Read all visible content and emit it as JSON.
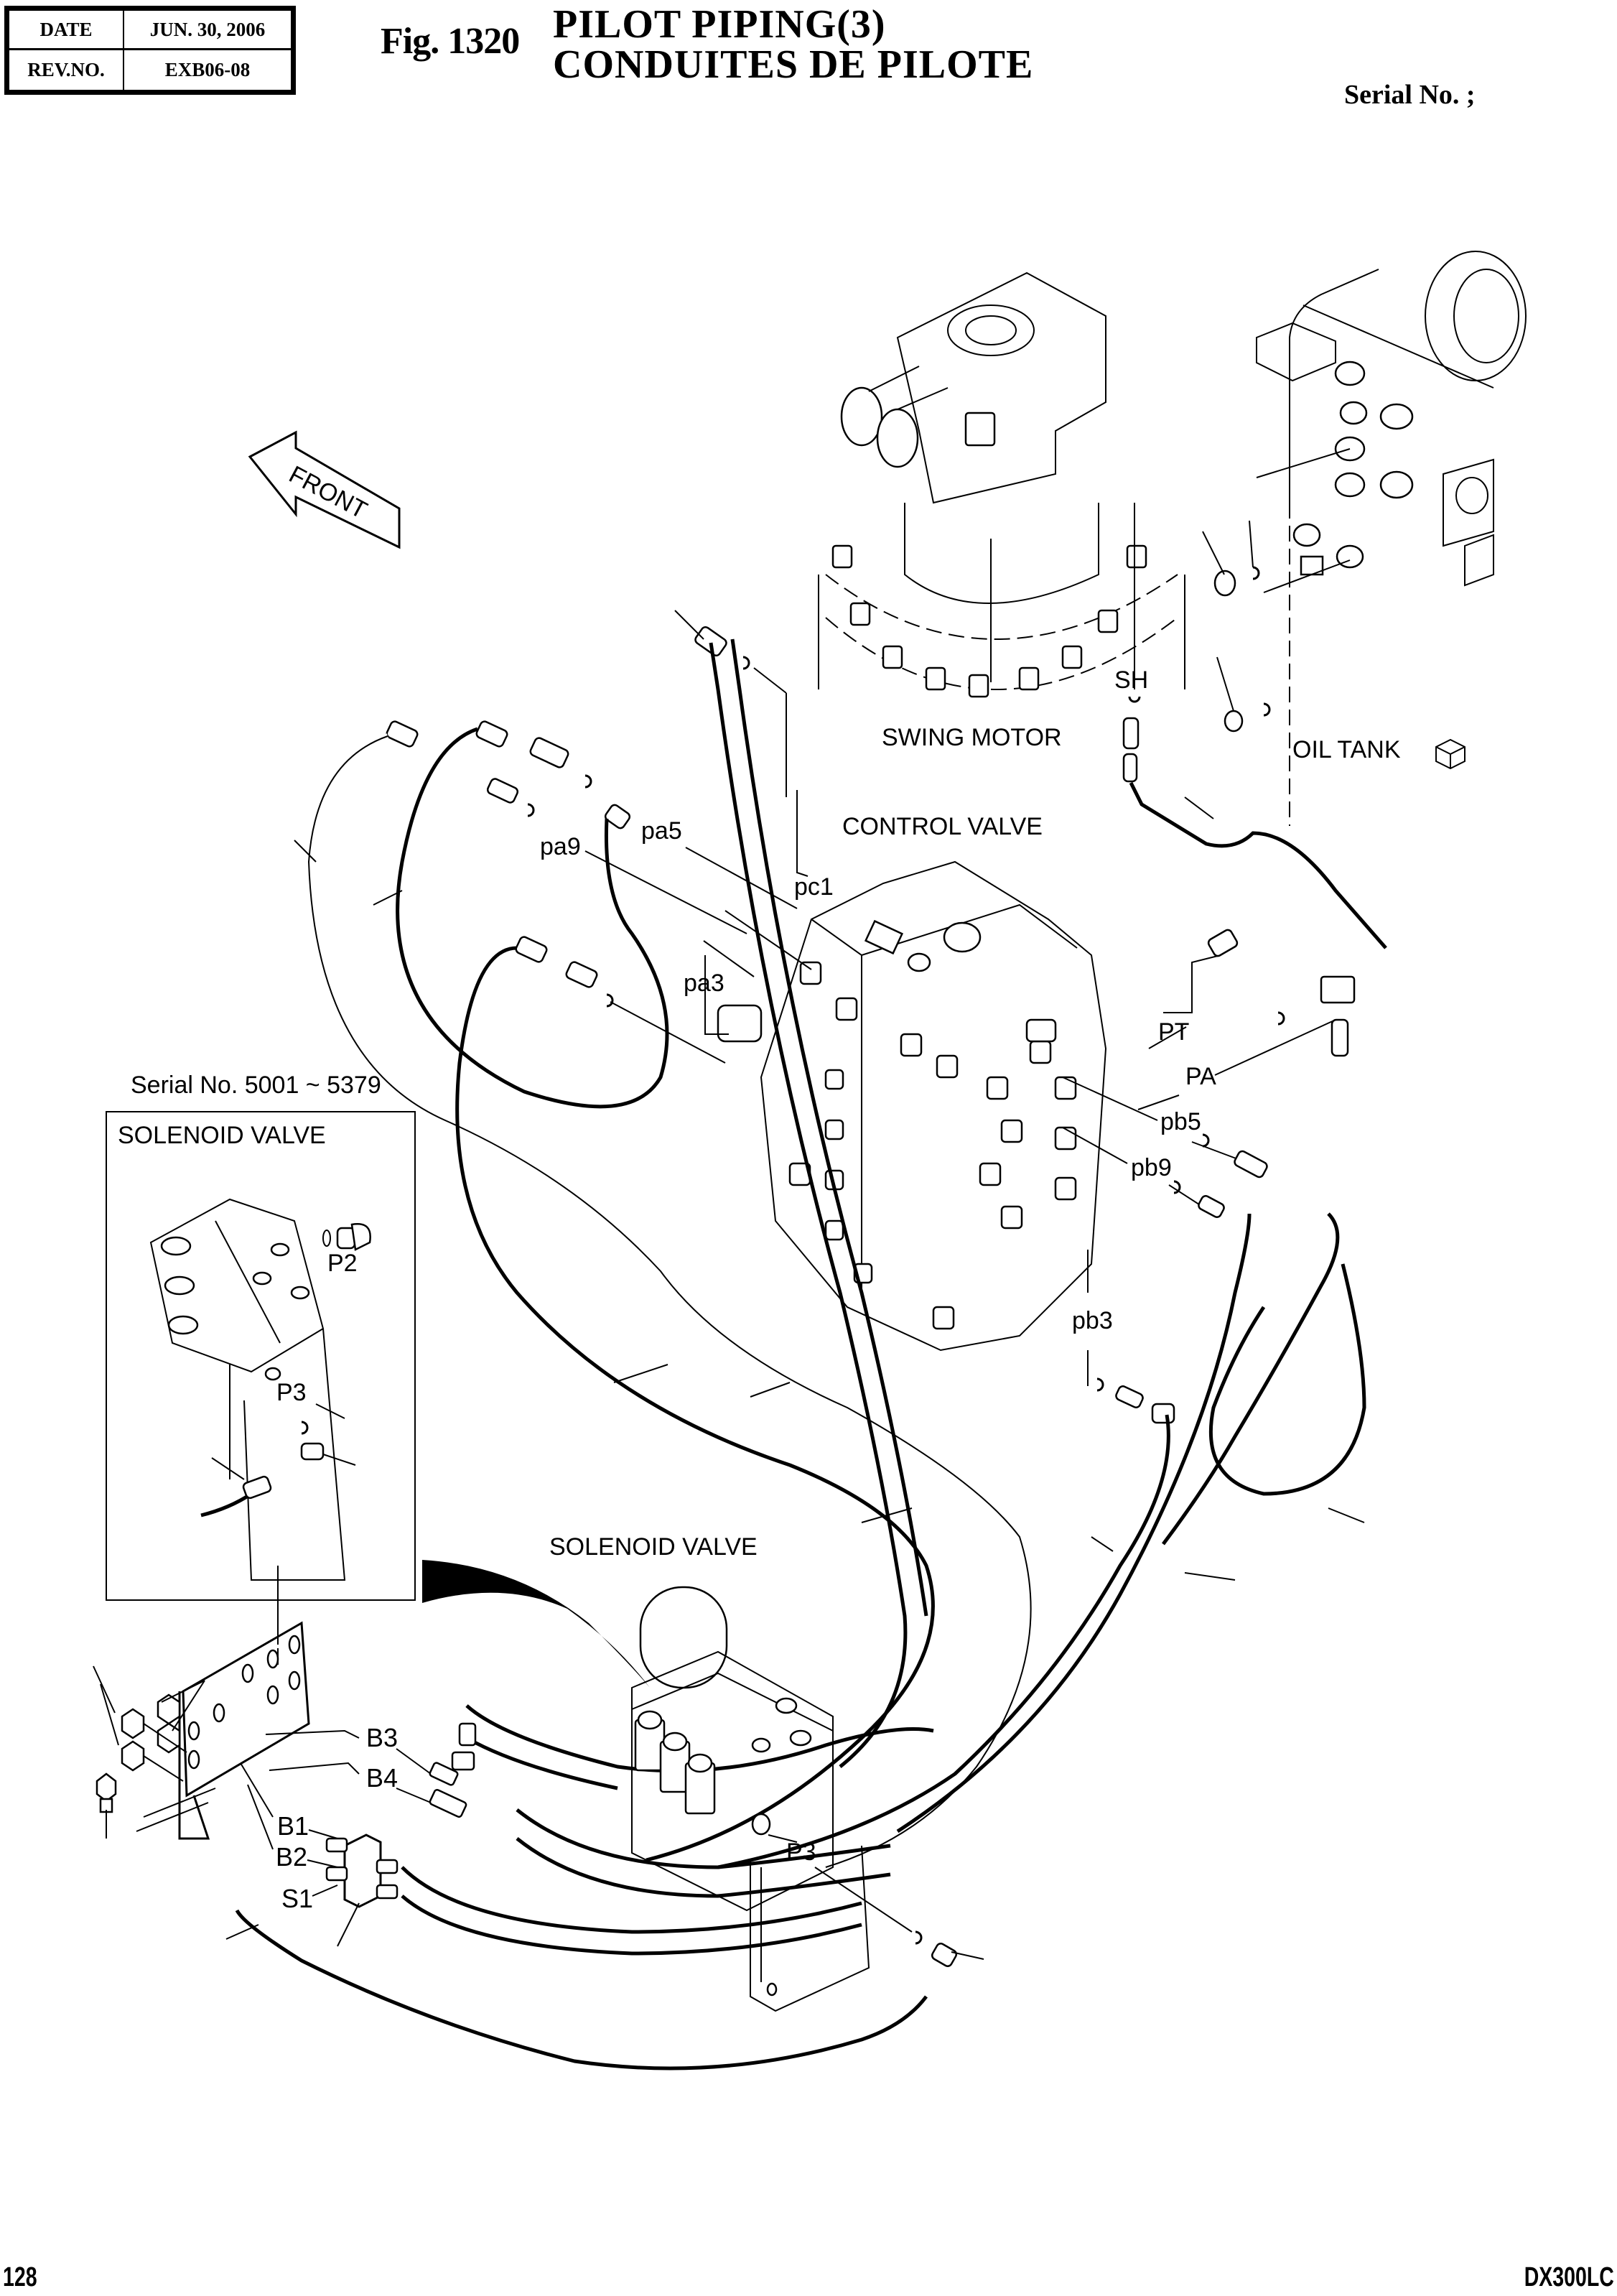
{
  "header": {
    "date_label": "DATE",
    "date_value": "JUN. 30, 2006",
    "rev_label": "REV.NO.",
    "rev_value": "EXB06-08",
    "figure_number": "Fig. 1320",
    "title_en": "PILOT PIPING(3)",
    "title_fr": "CONDUITES  DE  PILOTE",
    "serial_label": "Serial No. ;"
  },
  "diagram": {
    "direction_arrow": "FRONT",
    "components": {
      "swing_motor": "SWING MOTOR",
      "oil_tank": "OIL TANK",
      "control_valve": "CONTROL VALVE",
      "solenoid_valve_main": "SOLENOID VALVE",
      "solenoid_valve_inset": "SOLENOID VALVE"
    },
    "inset": {
      "serial_range": "Serial No. 5001 ~ 5379",
      "ports": [
        "P2",
        "P3"
      ]
    },
    "port_labels": {
      "sh": "SH",
      "pa5": "pa5",
      "pa9": "pa9",
      "pc1": "pc1",
      "pa3": "pa3",
      "pt": "PT",
      "pa": "PA",
      "pb5": "pb5",
      "pb9": "pb9",
      "pb3": "pb3",
      "b3": "B3",
      "b4": "B4",
      "b1": "B1",
      "b2": "B2",
      "s1": "S1",
      "p3": "P3"
    }
  },
  "footer": {
    "page_number": "128",
    "model": "DX300LC"
  }
}
